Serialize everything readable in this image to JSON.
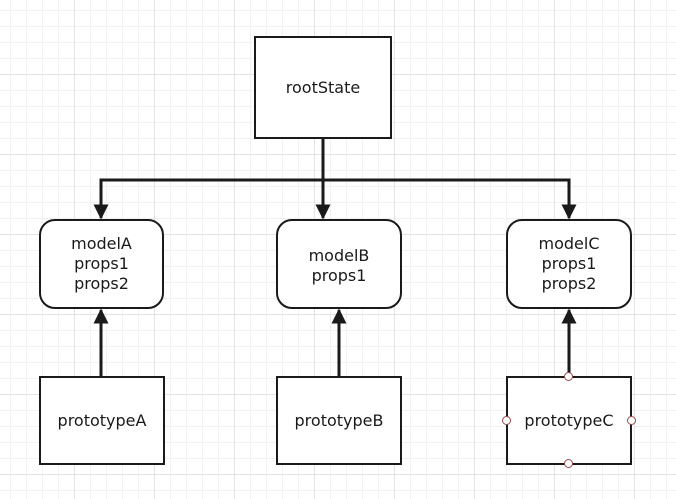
{
  "root": {
    "label": "rootState"
  },
  "models": [
    {
      "name": "modelA",
      "props": [
        "props1",
        "props2"
      ]
    },
    {
      "name": "modelB",
      "props": [
        "props1"
      ]
    },
    {
      "name": "modelC",
      "props": [
        "props1",
        "props2"
      ]
    }
  ],
  "prototypes": [
    {
      "label": "prototypeA"
    },
    {
      "label": "prototypeB"
    },
    {
      "label": "prototypeC",
      "selected": true
    }
  ],
  "colors": {
    "stroke": "#1a1a1a",
    "handle_border": "#9a4a4a",
    "grid": "#e3e3e3"
  }
}
